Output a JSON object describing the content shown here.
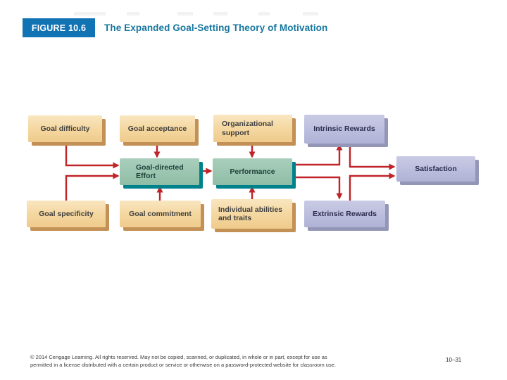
{
  "header": {
    "figure_label": "FIGURE 10.6",
    "title": "The Expanded Goal-Setting Theory of Motivation"
  },
  "diagram": {
    "boxes": [
      {
        "id": "goal-difficulty",
        "label": "Goal difficulty",
        "variant": "tan"
      },
      {
        "id": "goal-acceptance",
        "label": "Goal acceptance",
        "variant": "tan"
      },
      {
        "id": "organizational-support",
        "label": "Organizational\nsupport",
        "variant": "tan"
      },
      {
        "id": "intrinsic-rewards",
        "label": "Intrinsic Rewards",
        "variant": "purple"
      },
      {
        "id": "goal-directed-effort",
        "label": "Goal-directed\nEffort",
        "variant": "green"
      },
      {
        "id": "performance",
        "label": "Performance",
        "variant": "green"
      },
      {
        "id": "satisfaction",
        "label": "Satisfaction",
        "variant": "purple"
      },
      {
        "id": "goal-specificity",
        "label": "Goal specificity",
        "variant": "tan"
      },
      {
        "id": "goal-commitment",
        "label": "Goal commitment",
        "variant": "tan"
      },
      {
        "id": "individual-abilities",
        "label": "Individual abilities\nand traits",
        "variant": "tan"
      },
      {
        "id": "extrinsic-rewards",
        "label": "Extrinsic Rewards",
        "variant": "purple"
      }
    ],
    "connections": [
      "Goal difficulty → Goal-directed Effort",
      "Goal specificity → Goal-directed Effort",
      "Goal acceptance → Goal-directed Effort",
      "Goal commitment → Goal-directed Effort",
      "Goal-directed Effort → Performance",
      "Organizational support → Performance",
      "Individual abilities and traits → Performance",
      "Performance → Intrinsic Rewards",
      "Performance → Extrinsic Rewards",
      "Intrinsic Rewards → Satisfaction",
      "Extrinsic Rewards → Satisfaction"
    ],
    "arrow_color": "#bf2428"
  },
  "colors": {
    "badge_blue": "#1172b4",
    "title_blue": "#15769e",
    "tan_fill": "#f5d9a4",
    "tan_shadow": "#c39055",
    "green_fill": "#95c1ab",
    "green_shadow": "#00828c",
    "purple_fill": "#b6b8da",
    "purple_shadow": "#9496b8",
    "arrow_red": "#bf2428"
  },
  "footer": {
    "copyright_line1": "© 2014 Cengage Learning. All rights reserved. May not be copied, scanned, or duplicated, in whole or in part, except for use as",
    "copyright_line2": "permitted in a license distributed with a certain product or service or otherwise on a password-protected website for classroom use.",
    "page_number": "10–31"
  }
}
